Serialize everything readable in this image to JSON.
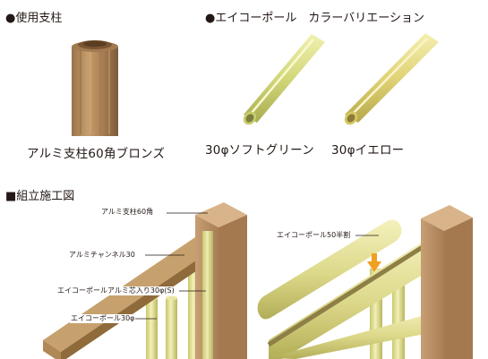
{
  "sections": {
    "used_post": "●使用支柱",
    "color_variation": "●エイコーポール　カラーバリエーション",
    "assembly": "■組立施工図"
  },
  "products": {
    "post": "アルミ支柱60角ブロンズ",
    "green": "30φソフトグリーン",
    "yellow": "30φイエロー"
  },
  "diagram_labels": {
    "post60": "アルミ支柱60角",
    "channel": "アルミチャンネル30",
    "pole_core": "エイコーポールアルミ芯入り30φ(S)",
    "pole30": "エイコーポール30φ",
    "half": "エイコーポール50半割"
  },
  "colors": {
    "bronze": "#b98c64",
    "bronze_dark": "#8a6546",
    "soft_green": "#d8de86",
    "yellow": "#e3d776",
    "arrow": "#f0a020"
  }
}
